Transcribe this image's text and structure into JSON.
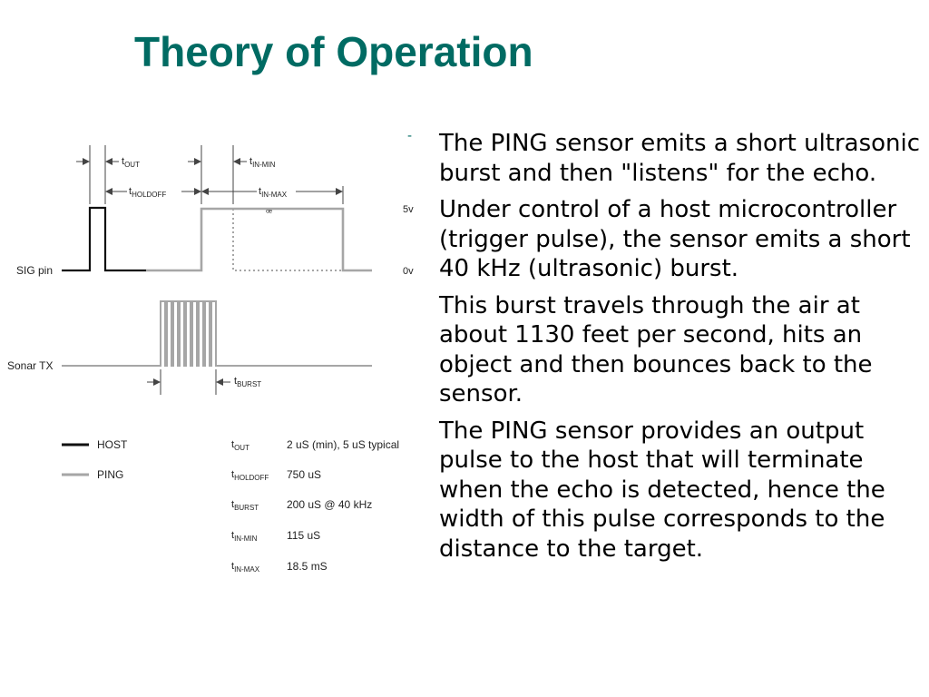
{
  "slide": {
    "title": "Theory of Operation",
    "accent_color": "#006b63"
  },
  "diagram": {
    "signals": {
      "sig_pin": "SIG pin",
      "sonar_tx": "Sonar TX"
    },
    "levels": {
      "high": "5v",
      "low": "0v"
    },
    "timing_labels": {
      "t_out": {
        "main": "t",
        "sub": "OUT"
      },
      "t_holdoff": {
        "main": "t",
        "sub": "HOLDOFF"
      },
      "t_in_min": {
        "main": "t",
        "sub": "IN-MIN"
      },
      "t_in_max": {
        "main": "t",
        "sub": "IN-MAX"
      },
      "t_burst": {
        "main": "t",
        "sub": "BURST"
      }
    },
    "legend": [
      {
        "label": "HOST",
        "color": "#111111"
      },
      {
        "label": "PING",
        "color": "#a6a6a6"
      }
    ],
    "timing_table": [
      {
        "symbol": "t",
        "sub": "OUT",
        "value": "2 uS (min), 5 uS typical"
      },
      {
        "symbol": "t",
        "sub": "HOLDOFF",
        "value": "750 uS"
      },
      {
        "symbol": "t",
        "sub": "BURST",
        "value": "200 uS @ 40 kHz"
      },
      {
        "symbol": "t",
        "sub": "IN-MIN",
        "value": "115 uS"
      },
      {
        "symbol": "t",
        "sub": "IN-MAX",
        "value": "18.5 mS"
      }
    ],
    "colors": {
      "host": "#111111",
      "ping": "#a6a6a6",
      "annotation": "#444444"
    }
  },
  "bullets": [
    {
      "marker": "-",
      "text": "The PING sensor emits a short ultrasonic burst and then \"listens\" for the echo."
    },
    {
      "marker": "",
      "text": "Under control of a host microcontroller (trigger pulse), the sensor emits a short 40 kHz (ultrasonic) burst."
    },
    {
      "marker": "",
      "text": "This burst travels through the air at about 1130 feet per second, hits an object and then bounces back to the sensor."
    },
    {
      "marker": "",
      "text": "The PING sensor provides an output pulse to the host that will terminate when the echo is detected, hence the width of this pulse corresponds to the distance to the target."
    }
  ]
}
